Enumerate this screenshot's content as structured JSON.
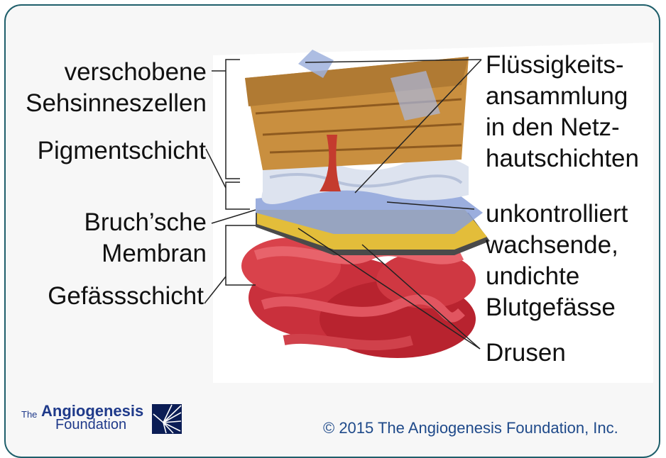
{
  "labels": {
    "displaced_photoreceptors": [
      "verschobene",
      "Sehsinneszellen"
    ],
    "pigment_layer": [
      "Pigmentschicht"
    ],
    "bruchs_membrane": [
      "Bruch’sche",
      "Membran"
    ],
    "vascular_layer": [
      "Gefässschicht"
    ],
    "fluid_accumulation": [
      "Flüssigkeits-",
      "ansammlung",
      "in den Netz-",
      "hautschichten"
    ],
    "leaky_vessels": [
      "unkontrolliert",
      "wachsende,",
      "undichte",
      "Blutgefässe"
    ],
    "drusen": [
      "Drusen"
    ]
  },
  "logo": {
    "the": "The",
    "name": "Angiogenesis",
    "foundation": "Foundation"
  },
  "copyright": "© 2015 The Angiogenesis Foundation, Inc."
}
